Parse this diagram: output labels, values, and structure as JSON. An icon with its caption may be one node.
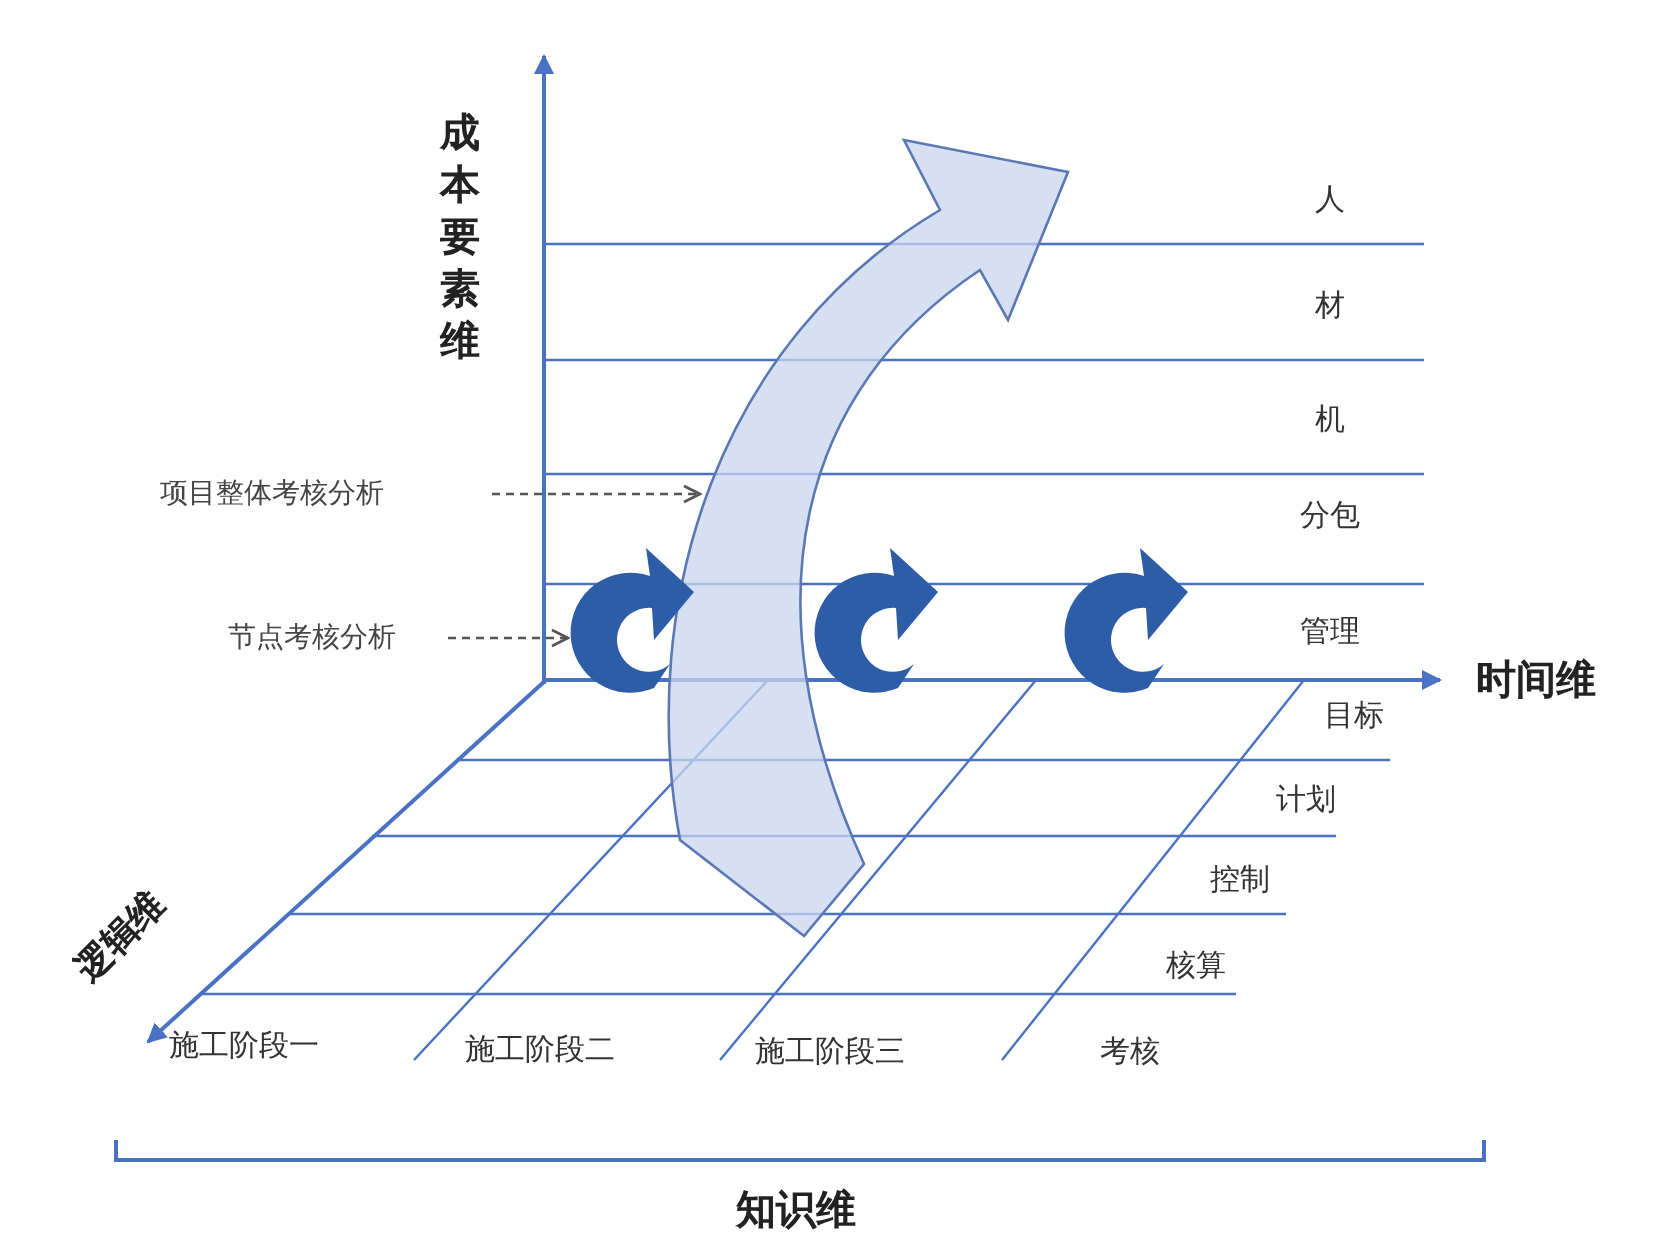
{
  "diagram": {
    "nodes": [
      {
        "text": [
          "项目整体考核分析"
        ]
      },
      {
        "text": [
          "节点考核分析"
        ]
      },
      {
        "text": [],
        "shape": "arrow"
      },
      {
        "text": [],
        "shape": "arrow"
      }
    ],
    "edges": [
      {
        "from": 0,
        "to": 2,
        "arrow": "to",
        "style": "dashed"
      },
      {
        "from": 1,
        "to": 3,
        "arrow": "to",
        "style": "dashed"
      }
    ],
    "labels": [
      "成本要素维",
      "人",
      "材",
      "机",
      "分包",
      "管理",
      "时间维",
      "目标",
      "计划",
      "控制",
      "逻辑维",
      "核算",
      "施工阶段一",
      "施工阶段二",
      "施工阶段三",
      "考核",
      "知识维"
    ]
  }
}
